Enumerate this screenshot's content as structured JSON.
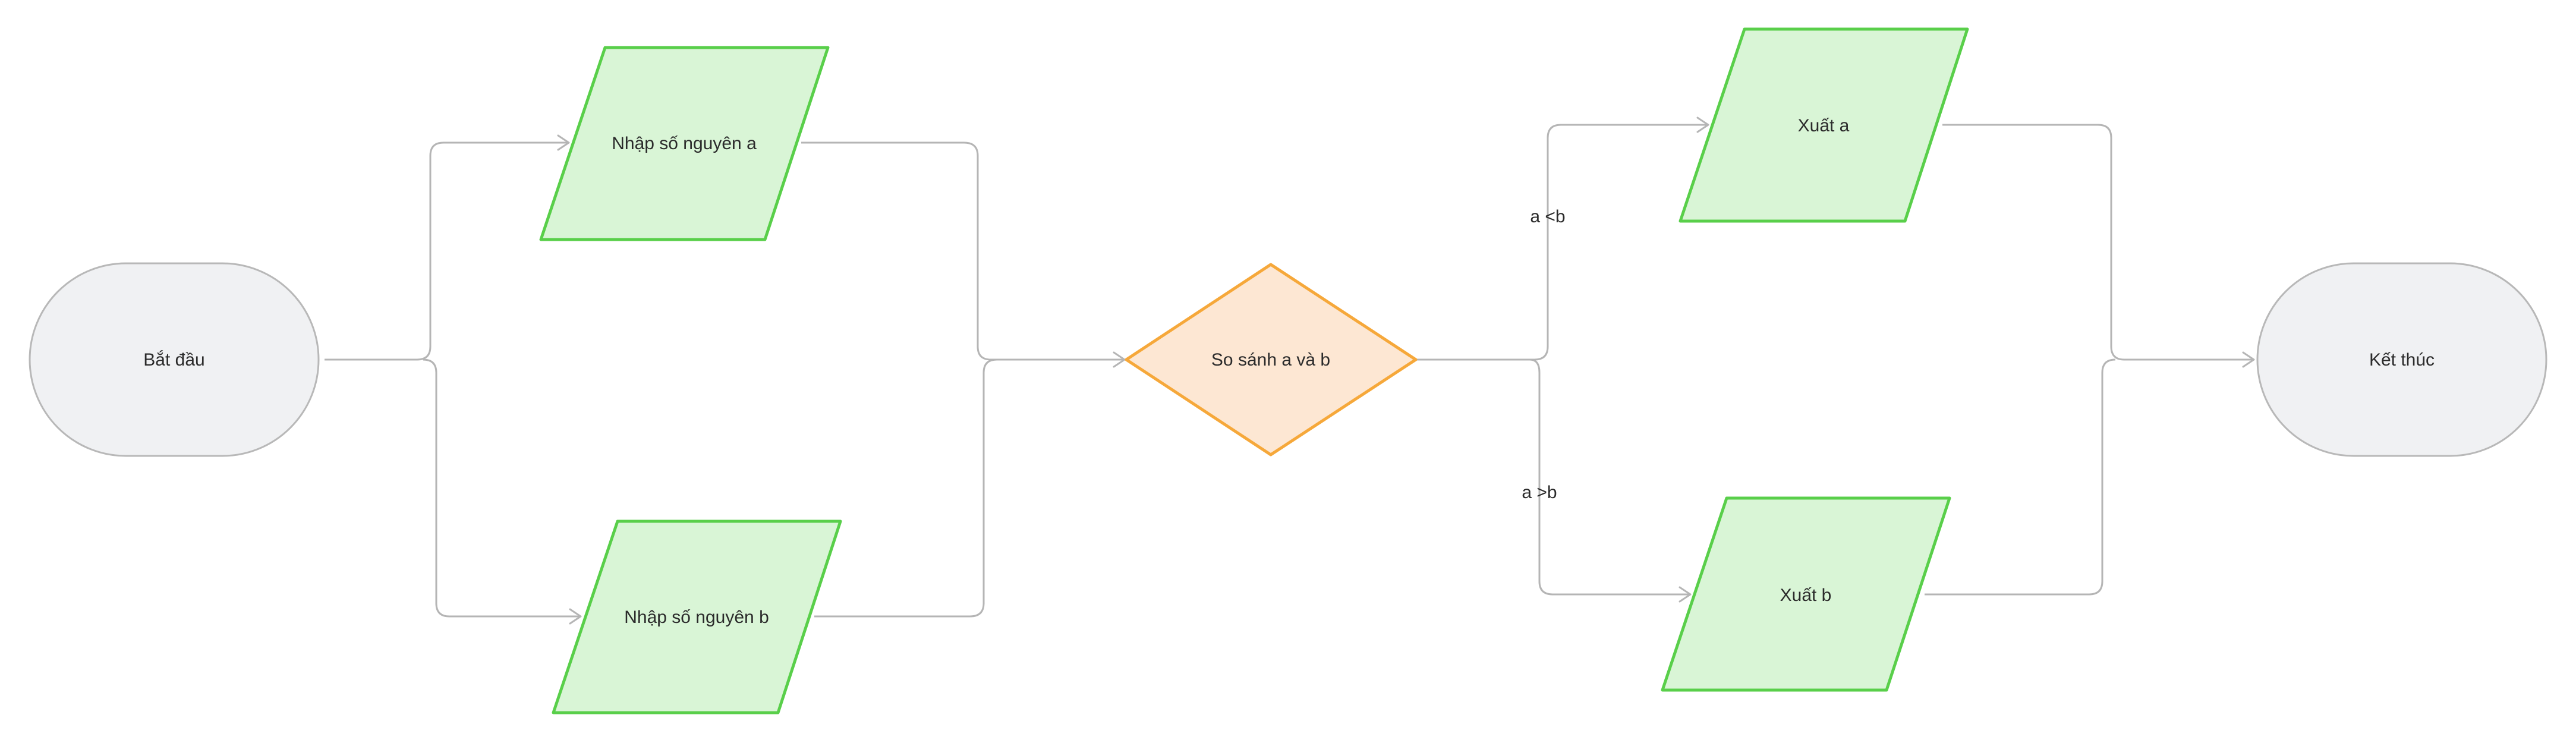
{
  "diagram": {
    "nodes": {
      "start": {
        "label": "Bắt đầu"
      },
      "input_a": {
        "label": "Nhập số nguyên a"
      },
      "input_b": {
        "label": "Nhập số nguyên b"
      },
      "compare": {
        "label": "So sánh a và b"
      },
      "output_a": {
        "label": "Xuất a"
      },
      "output_b": {
        "label": "Xuất b"
      },
      "end": {
        "label": "Kết thúc"
      }
    },
    "edges": {
      "compare_to_output_a": {
        "label": "a <b"
      },
      "compare_to_output_b": {
        "label": "a >b"
      }
    },
    "colors": {
      "terminal_fill": "#f0f1f3",
      "terminal_stroke": "#b8b8b8",
      "io_fill": "#d9f5d6",
      "io_stroke": "#59cf4a",
      "decision_fill": "#fde7d3",
      "decision_stroke": "#f6a83a",
      "edge": "#b5b5b5"
    }
  }
}
